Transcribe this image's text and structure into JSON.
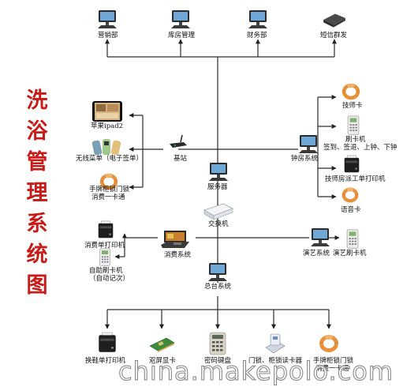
{
  "title_chars": [
    "洗",
    "浴",
    "管",
    "理",
    "系",
    "统",
    "图"
  ],
  "top_row": [
    {
      "id": "marketing",
      "label": "营销部",
      "icon": "computer-icon"
    },
    {
      "id": "warehouse",
      "label": "库房管理",
      "icon": "computer-icon"
    },
    {
      "id": "finance",
      "label": "财务部",
      "icon": "computer-icon"
    },
    {
      "id": "sms",
      "label": "短信群发",
      "icon": "sms-modem-icon"
    }
  ],
  "left_group": {
    "ipad": "苹果ipad2",
    "wireless_menu": "无线菜单（电子签单）",
    "locker_line1": "手牌柜锁门锁",
    "locker_line2": "消费一卡通",
    "base_station": "基站"
  },
  "center": {
    "server": "服务器",
    "switch": "交换机",
    "consumption_system": "消费系统",
    "front_desk": "总台系统",
    "bell_system": "钟房系统",
    "performance_system": "演艺系统"
  },
  "right_group": {
    "tech_card": "技师卡",
    "card_reader_line1": "刷卡机",
    "card_reader_line2": "签到、签退、上钟、下钟",
    "ticket_printer": "技师房派工单打印机",
    "voice_card": "语音卡",
    "performance_reader": "演艺刷卡机"
  },
  "consumption_devices": {
    "order_printer": "消费单打印机",
    "self_reader_line1": "自助刷卡机",
    "self_reader_line2": "（自动记次）"
  },
  "bottom_row": [
    {
      "id": "shoe-printer",
      "label": "换鞋单打印机",
      "icon": "printer-icon"
    },
    {
      "id": "display-card",
      "label": "双屏显卡",
      "icon": "graphics-card-icon"
    },
    {
      "id": "pinpad",
      "label": "密码键盘",
      "icon": "pinpad-icon"
    },
    {
      "id": "lock-reader",
      "label": "门锁、柜锁读卡器",
      "icon": "card-reader-icon"
    },
    {
      "id": "bottom-locker",
      "label": "手牌柜锁门锁",
      "icon": "wristband-icon"
    }
  ],
  "bottom_extra": "消费一卡通",
  "watermark": "china.makepolo.com",
  "colors": {
    "title": "#c81a16",
    "line": "#333333",
    "orange": "#e8913a"
  }
}
